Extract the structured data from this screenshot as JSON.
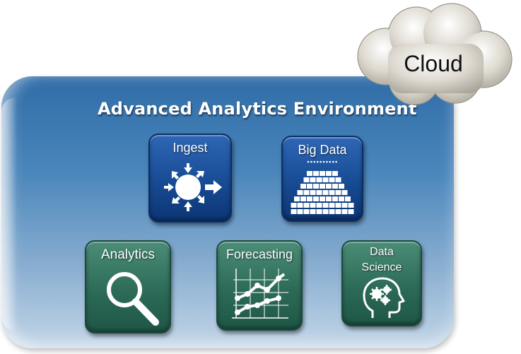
{
  "panel": {
    "title": "Advanced Analytics Environment"
  },
  "cloud": {
    "label": "Cloud",
    "icon": "cloud-icon"
  },
  "tiles": [
    {
      "label": "Ingest",
      "icon": "ingest-icon",
      "color": "#174b93"
    },
    {
      "label": "Big Data",
      "icon": "pyramid-icon",
      "color": "#174b93"
    },
    {
      "label": "Analytics",
      "icon": "magnifier-icon",
      "color": "#2c6b57"
    },
    {
      "label": "Forecasting",
      "icon": "line-chart-icon",
      "color": "#2c6b57"
    },
    {
      "label_line1": "Data",
      "label_line2": "Science",
      "icon": "head-gears-icon",
      "color": "#2c6b57"
    }
  ],
  "colors": {
    "panel_top": "#2f6ca7",
    "panel_bottom": "#c3d6e8",
    "cloud_fill": "#ddd9d0"
  }
}
